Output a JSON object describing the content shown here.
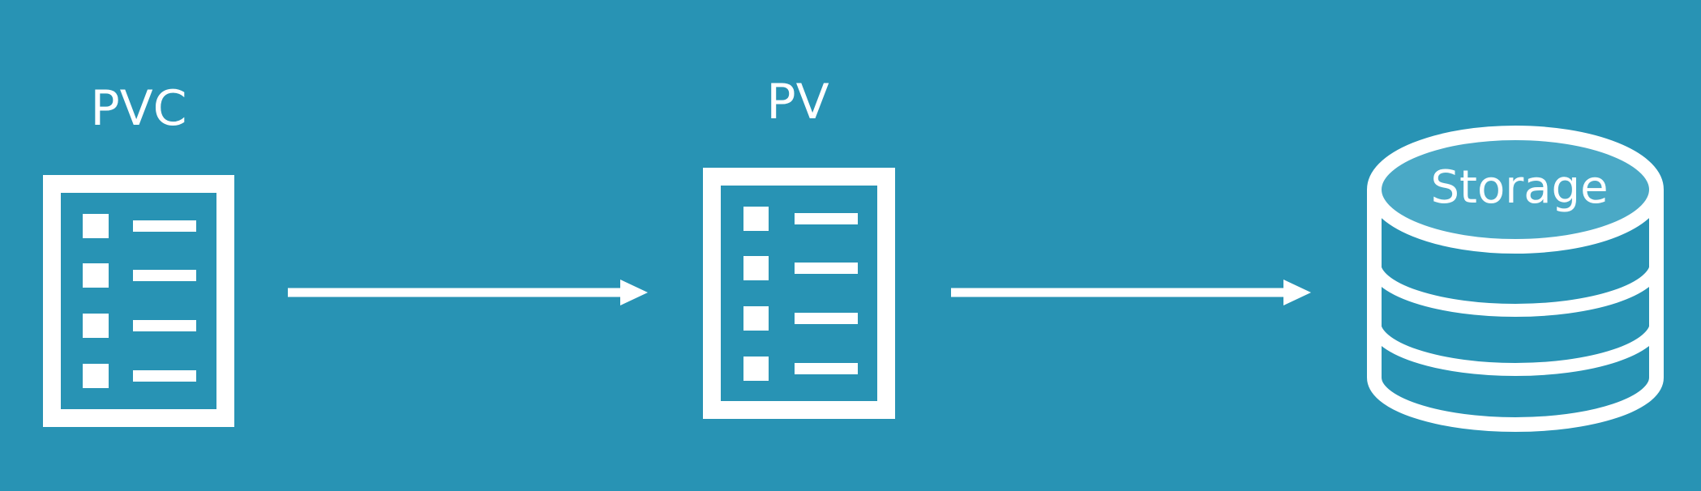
{
  "diagram": {
    "nodes": [
      {
        "id": "pvc",
        "label": "PVC",
        "icon": "document-list-icon"
      },
      {
        "id": "pv",
        "label": "PV",
        "icon": "document-list-icon"
      },
      {
        "id": "storage",
        "label": "Storage",
        "icon": "database-icon"
      }
    ],
    "edges": [
      {
        "from": "pvc",
        "to": "pv"
      },
      {
        "from": "pv",
        "to": "storage"
      }
    ],
    "colors": {
      "background": "#2893b4",
      "foreground": "#ffffff",
      "storage_top": "#4aa9c6"
    }
  }
}
